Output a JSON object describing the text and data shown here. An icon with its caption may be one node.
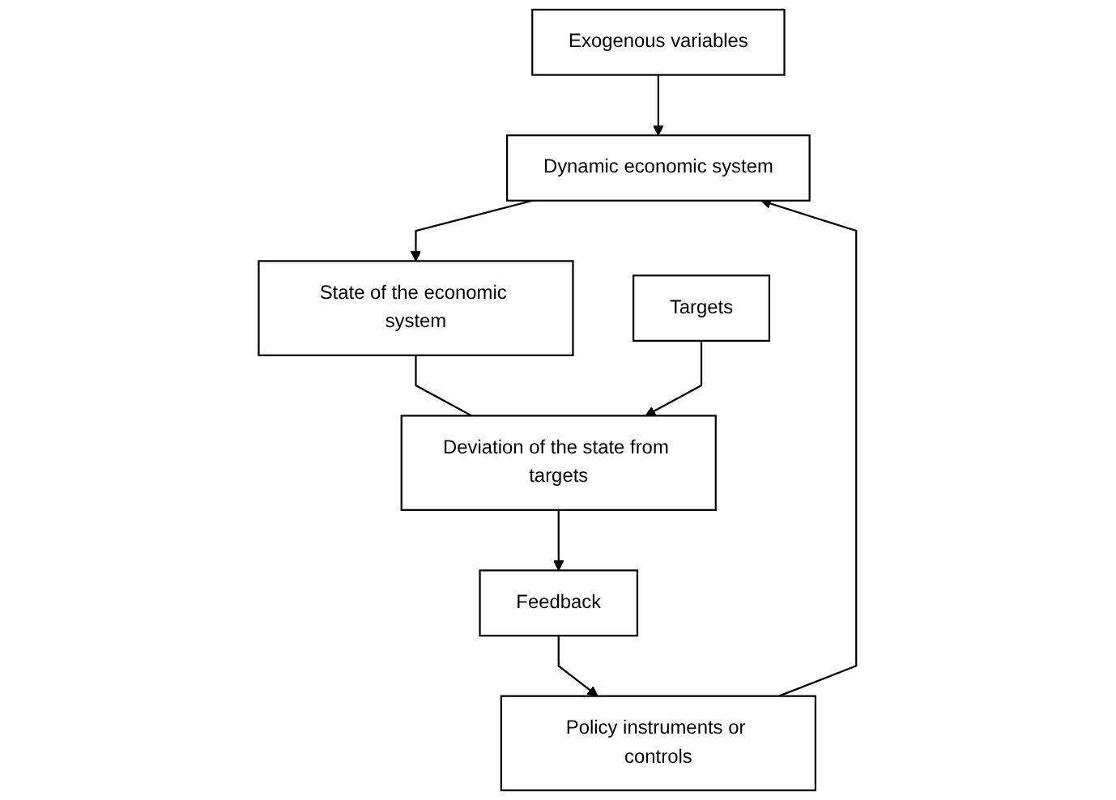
{
  "diagram": {
    "nodes": [
      {
        "text": [
          "Exogenous variables"
        ]
      },
      {
        "text": [
          "Policy instruments or controls"
        ]
      },
      {
        "text": [
          "Dynamic economic system"
        ]
      },
      {
        "text": [
          "State of the economic system"
        ]
      },
      {
        "text": [
          "Targets"
        ]
      },
      {
        "text": [
          "Deviation of the state from targets"
        ]
      },
      {
        "text": [
          "Feedback"
        ]
      }
    ],
    "edges": [
      {
        "from": 0,
        "to": 2,
        "arrow": "to"
      },
      {
        "from": 1,
        "to": 2,
        "arrow": "to"
      },
      {
        "from": 2,
        "to": 3,
        "arrow": "to"
      },
      {
        "from": 3,
        "to": 5,
        "arrow": "none"
      },
      {
        "from": 4,
        "to": 5,
        "arrow": "to"
      },
      {
        "from": 5,
        "to": 6,
        "arrow": "to"
      },
      {
        "from": 6,
        "to": 1,
        "arrow": "to"
      }
    ]
  }
}
